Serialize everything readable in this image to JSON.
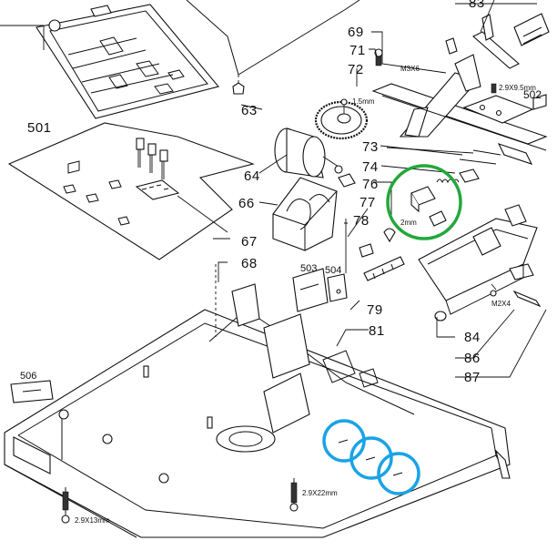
{
  "callouts": {
    "c501": "501",
    "c502": "502",
    "c503": "503",
    "c504": "504",
    "c506": "506",
    "c63": "63",
    "c64": "64",
    "c66": "66",
    "c67": "67",
    "c68": "68",
    "c69": "69",
    "c71": "71",
    "c72": "72",
    "c73": "73",
    "c74": "74",
    "c76": "76",
    "c77": "77",
    "c78": "78",
    "c79": "79",
    "c81": "81",
    "c83": "83",
    "c84": "84",
    "c86": "86",
    "c87": "87"
  },
  "specs": {
    "m3x6": "M3X6",
    "gear_offset": "1.5mm",
    "screw_29x95": "2.9X9.5mm",
    "spring_len": "2mm",
    "m2x4": "M2X4",
    "screw_29x22": "2.9X22mm",
    "screw_29x13": "2.9X13mm"
  },
  "highlights": {
    "green_color": "#22a83a",
    "blue_color": "#1aa3e6"
  }
}
